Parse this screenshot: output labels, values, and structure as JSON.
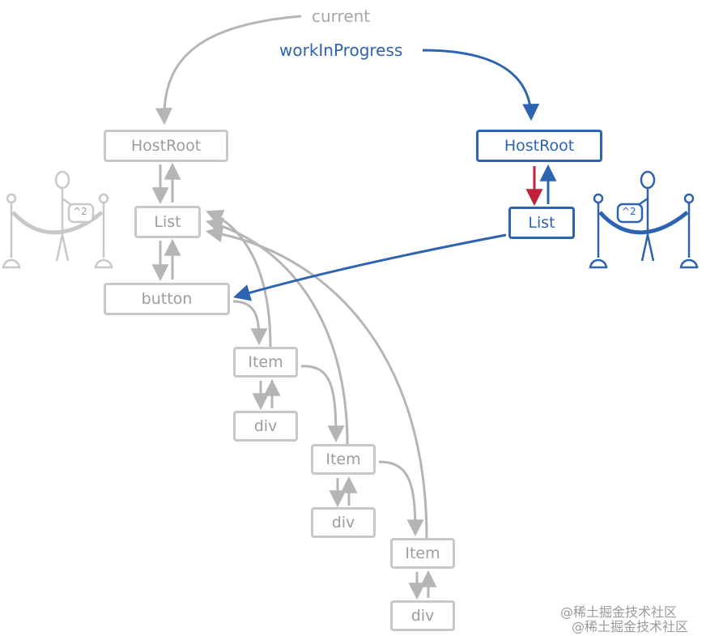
{
  "labels": {
    "current": "current",
    "work_in_progress": "workInProgress"
  },
  "current_tree": {
    "host_root": "HostRoot",
    "list": "List",
    "button": "button",
    "items": [
      {
        "item": "Item",
        "div": "div"
      },
      {
        "item": "Item",
        "div": "div"
      },
      {
        "item": "Item",
        "div": "div"
      }
    ]
  },
  "wip_tree": {
    "host_root": "HostRoot",
    "list": "List"
  },
  "badges": {
    "left": "^2",
    "right": "^2"
  },
  "watermark": [
    "@稀土掘金技术社区",
    "@稀土掘金技术社区"
  ],
  "colors": {
    "current": "#c0c0c0",
    "wip": "#2d63b1",
    "return_arrow": "#c1223a"
  }
}
